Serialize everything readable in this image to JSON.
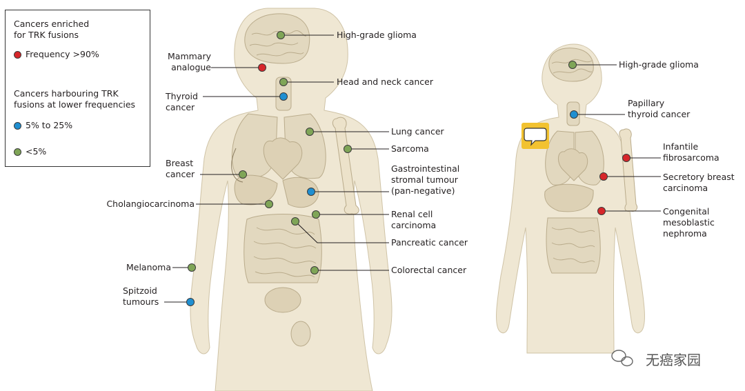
{
  "legend": {
    "enriched_title": "Cancers enriched\nfor TRK fusions",
    "freq_high": "Frequency >90%",
    "lower_title": "Cancers harbouring TRK\nfusions at lower frequencies",
    "freq_mid": "5% to 25%",
    "freq_low": "<5%"
  },
  "colors": {
    "high": "#d7262a",
    "mid": "#1f8fd1",
    "low": "#7fa557",
    "body": "#efe7d3",
    "organ": "#e4dac3",
    "line": "#231f20"
  },
  "adult_labels": {
    "glioma": "High-grade glioma",
    "mammary": "Mammary\nanalogue",
    "head_neck": "Head and neck cancer",
    "thyroid": "Thyroid\ncancer",
    "lung": "Lung cancer",
    "sarcoma": "Sarcoma",
    "breast": "Breast\ncancer",
    "gist": "Gastrointestinal\nstromal tumour\n(pan-negative)",
    "cholangio": "Cholangiocarcinoma",
    "renal": "Renal cell\ncarcinoma",
    "pancreatic": "Pancreatic cancer",
    "melanoma": "Melanoma",
    "colorectal": "Colorectal cancer",
    "spitzoid": "Spitzoid\ntumours"
  },
  "child_labels": {
    "glioma": "High-grade glioma",
    "papillary": "Papillary\nthyroid cancer",
    "infantile": "Infantile\nfibrosarcoma",
    "secretory": "Secretory breast\ncarcinoma",
    "congenital": "Congenital\nmesoblastic\nnephroma"
  },
  "watermark": {
    "text": "无癌家园",
    "icon": "wechat-icon"
  },
  "comment_icon": "speech-bubble-icon"
}
